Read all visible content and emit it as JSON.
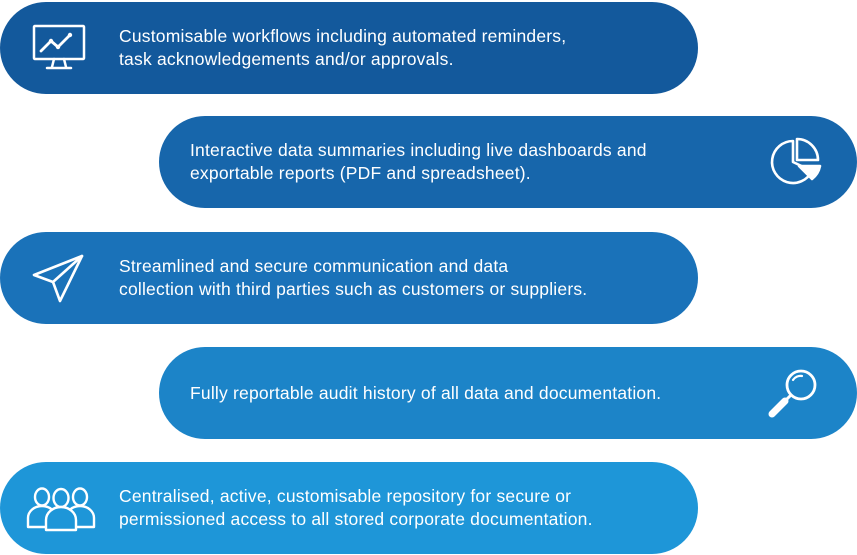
{
  "features": [
    {
      "icon": "monitor-chart-icon",
      "line1": "Customisable workflows including automated reminders,",
      "line2": "task acknowledgements and/or approvals."
    },
    {
      "icon": "pie-chart-icon",
      "line1": "Interactive data summaries including live dashboards and",
      "line2": "exportable reports (PDF and spreadsheet)."
    },
    {
      "icon": "paper-plane-icon",
      "line1": "Streamlined and secure communication and data",
      "line2": "collection with third parties such as customers or suppliers."
    },
    {
      "icon": "magnifying-glass-icon",
      "line1": "Fully reportable audit history of all data and documentation.",
      "line2": ""
    },
    {
      "icon": "people-group-icon",
      "line1": "Centralised, active, customisable repository for secure or",
      "line2": "permissioned access to all stored corporate documentation."
    }
  ],
  "colors": {
    "pill_1": "#13599c",
    "pill_2": "#1766ab",
    "pill_3": "#1a72b9",
    "pill_4": "#1c84c8",
    "pill_5": "#1e96d8",
    "text": "#ffffff"
  }
}
